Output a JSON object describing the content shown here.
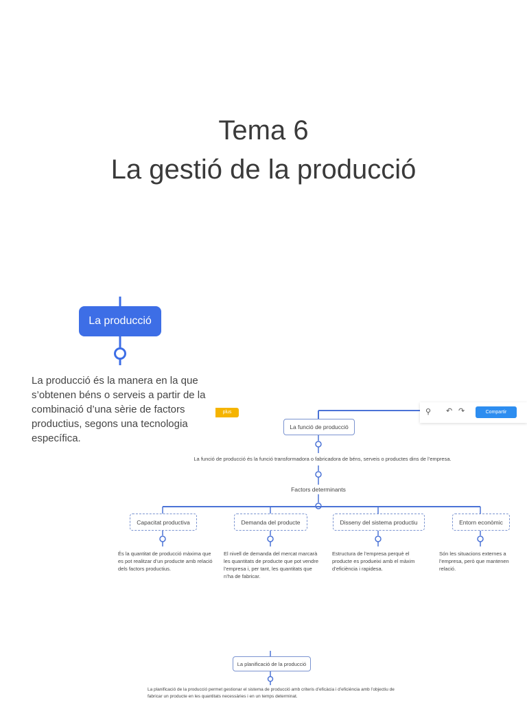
{
  "title": {
    "line1": "Tema 6",
    "line2": "La gestió de la producció"
  },
  "main_node": {
    "label": "La producció",
    "description": "La producció és la manera en la que s’obtenen béns o serveis a partir de la combinació d’una sèrie de factors productius, segons una tecnologia específica."
  },
  "toolbar": {
    "tab_label": "plus",
    "share_label": "Compartir",
    "icons": [
      "search-icon",
      "undo-icon",
      "redo-icon"
    ]
  },
  "funcio": {
    "label": "La funció de producció",
    "description": "La funció de producció és la funció transformadora o fabricadora de béns, serveis o productes dins de l’empresa.",
    "factors_label": "Factors determinants"
  },
  "factors": [
    {
      "label": "Capacitat productiva",
      "description": "És la quantitat de producció màxima que es pot realitzar d’un producte amb relació dels factors productius."
    },
    {
      "label": "Demanda del producte",
      "description": "El nivell de demanda del mercat marcarà les quantitats de producte que pot vendre l’empresa i, per tant, les quantitats que n’ha de fabricar."
    },
    {
      "label": "Disseny del sistema productiu",
      "description": "Estructura de l’empresa perquè el producte es produeixi amb el màxim d’eficiència i rapidesa."
    },
    {
      "label": "Entorn econòmic",
      "description": "Són les situacions externes a l’empresa, però que mantenen relació."
    }
  ],
  "planificacio": {
    "label": "La planificació de la producció",
    "description": "La planificació de la producció permet gestionar el sistema de producció amb criteris d’eficàcia i d’eficiència amb l’objectiu de fabricar un producte en les quantitats necessàries i en un temps determinat."
  },
  "colors": {
    "accent": "#3d6ee6",
    "line": "#4a72d6",
    "share": "#2d8df0",
    "tab": "#f5b400"
  }
}
